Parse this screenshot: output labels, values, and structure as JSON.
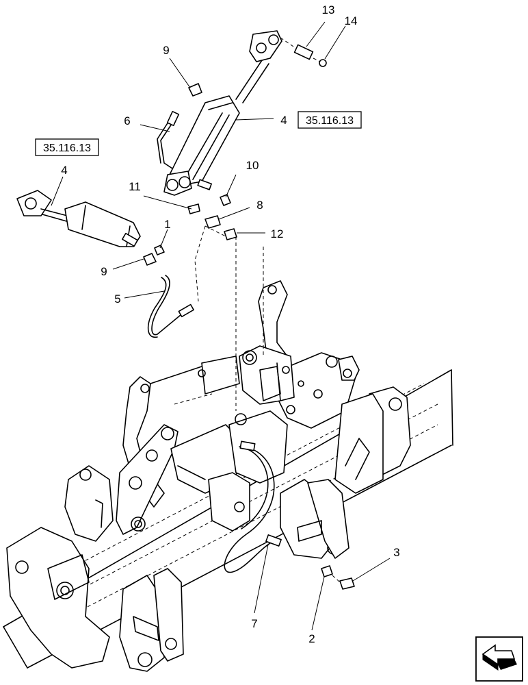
{
  "callouts": [
    {
      "id": "c1",
      "text": "1"
    },
    {
      "id": "c2",
      "text": "2"
    },
    {
      "id": "c3",
      "text": "3"
    },
    {
      "id": "c4a",
      "text": "4"
    },
    {
      "id": "c4b",
      "text": "4"
    },
    {
      "id": "c5",
      "text": "5"
    },
    {
      "id": "c6",
      "text": "6"
    },
    {
      "id": "c7",
      "text": "7"
    },
    {
      "id": "c8",
      "text": "8"
    },
    {
      "id": "c9a",
      "text": "9"
    },
    {
      "id": "c9b",
      "text": "9"
    },
    {
      "id": "c10",
      "text": "10"
    },
    {
      "id": "c11",
      "text": "11"
    },
    {
      "id": "c12",
      "text": "12"
    },
    {
      "id": "c13",
      "text": "13"
    },
    {
      "id": "c14",
      "text": "14"
    }
  ],
  "references": [
    {
      "id": "ref-left",
      "text": "35.116.13"
    },
    {
      "id": "ref-right",
      "text": "35.116.13"
    }
  ],
  "nav_icon": "back-arrow-icon"
}
